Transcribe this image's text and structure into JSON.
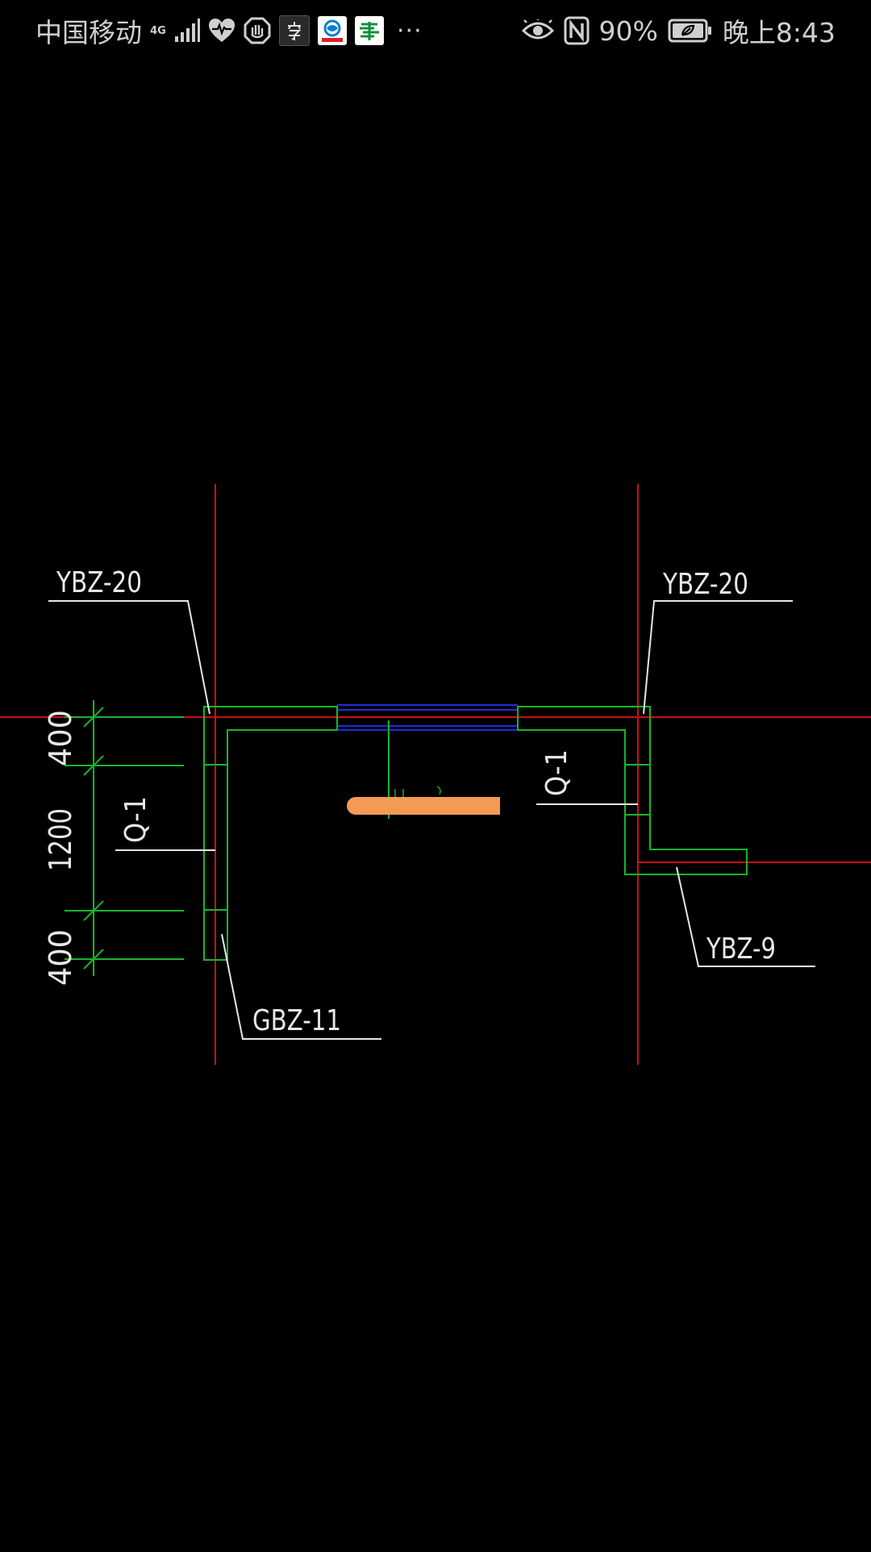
{
  "status_bar": {
    "carrier": "中国移动",
    "network_type": "4G",
    "battery_percent": "90%",
    "time": "晚上8:43",
    "more_indicator": "···"
  },
  "drawing": {
    "labels": {
      "top_left": "YBZ-20",
      "top_right": "YBZ-20",
      "left_wall": "Q-1",
      "right_wall": "Q-1",
      "bottom_left": "GBZ-11",
      "bottom_right": "YBZ-9"
    },
    "dimensions": {
      "top": "400",
      "middle": "1200",
      "bottom": "400"
    },
    "colors": {
      "axis": "#c8101a",
      "wall": "#19b52a",
      "opening": "#1c2ed6",
      "leader": "#e6e6e6",
      "highlight": "#f39a55"
    }
  }
}
